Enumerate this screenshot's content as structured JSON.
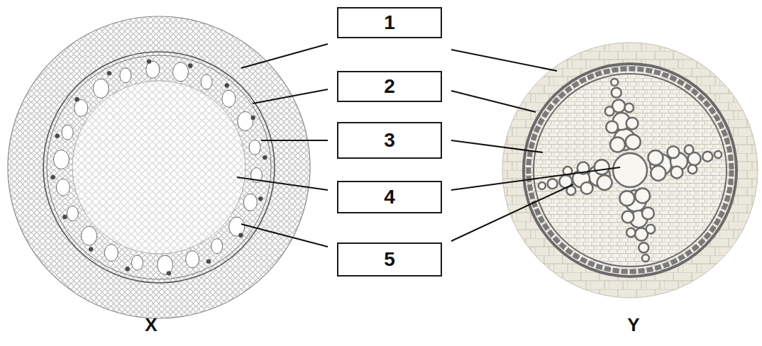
{
  "diagram": {
    "nodes": [
      {
        "text": [
          "1"
        ]
      },
      {
        "text": [
          "2"
        ]
      },
      {
        "text": [
          "3"
        ]
      },
      {
        "text": [
          "4"
        ]
      },
      {
        "text": [
          "5"
        ]
      }
    ],
    "labels": [
      "X",
      "Y"
    ]
  }
}
